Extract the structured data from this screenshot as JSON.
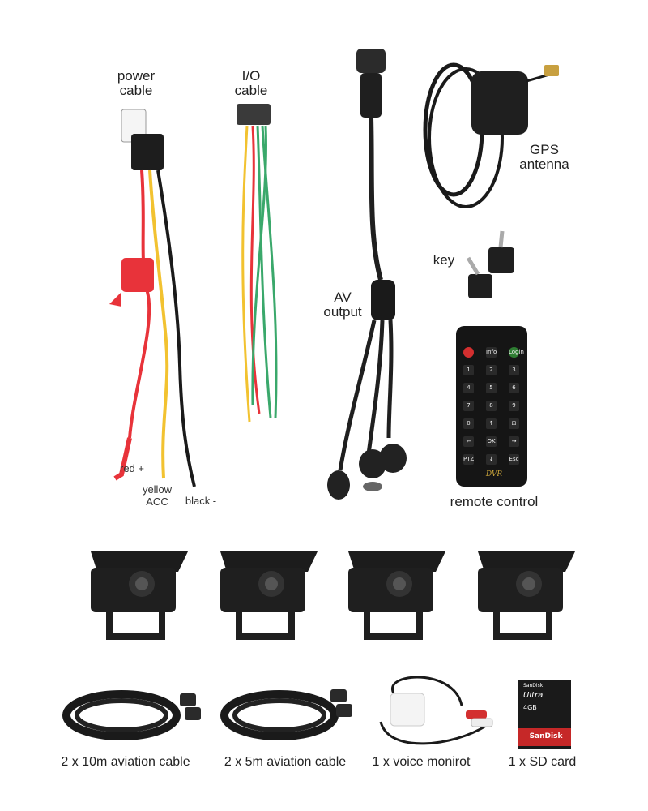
{
  "labels": {
    "power_cable": "power\ncable",
    "io_cable": "I/O\ncable",
    "av_output": "AV\noutput",
    "gps_antenna": "GPS\nantenna",
    "key": "key",
    "remote_control": "remote control",
    "red": "red +",
    "yellow": "yellow\nACC",
    "black": "black -"
  },
  "remote": {
    "keys": [
      "",
      "Info",
      "Login",
      "1",
      "2",
      "3",
      "4",
      "5",
      "6",
      "7",
      "8",
      "9",
      "0",
      "↑",
      "⊞",
      "←",
      "OK",
      "→",
      "PTZ",
      "↓",
      "Esc"
    ],
    "brand": "DVR"
  },
  "captions": {
    "c1": "2 x 10m aviation cable",
    "c2": "2 x 5m aviation cable",
    "c3": "1 x voice monirot",
    "c4": "1 x SD card"
  },
  "sdcard": {
    "top": "SanDisk",
    "ultra": "Ultra",
    "cap": "4GB",
    "brand": "SanDisk"
  },
  "colors": {
    "red_wire": "#e8333a",
    "yellow_wire": "#f2c230",
    "black_wire": "#1a1a1a",
    "green_wire": "#3aa86b"
  }
}
